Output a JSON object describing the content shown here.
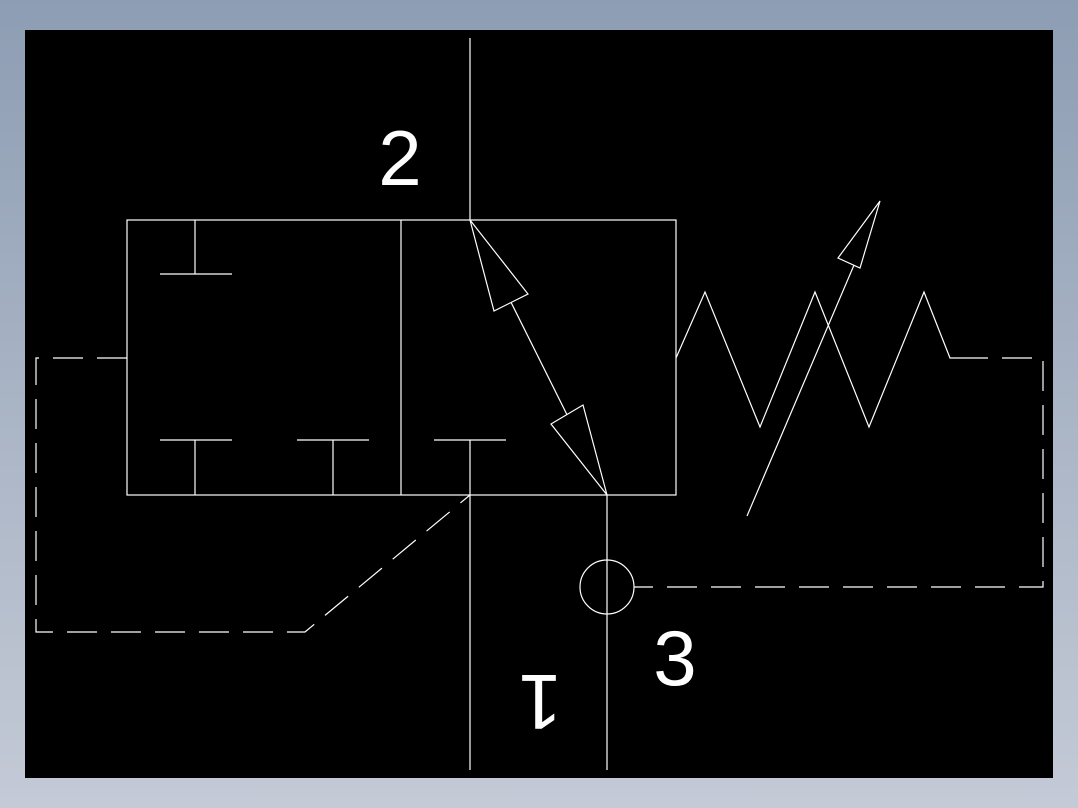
{
  "diagram": {
    "ports": {
      "port_2": "2",
      "port_1": "1",
      "port_3": "3"
    },
    "colors": {
      "background": "#000000",
      "lines": "#ffffff"
    }
  }
}
